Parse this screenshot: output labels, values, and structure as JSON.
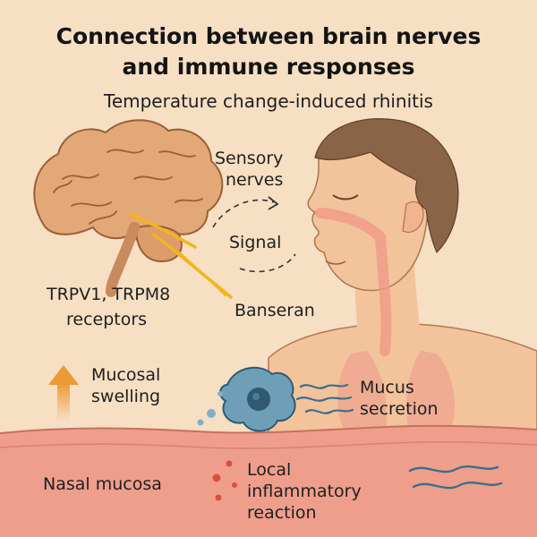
{
  "title_line1": "Connection between brain nerves",
  "title_line2": "and immune responses",
  "subtitle": "Temperature change-induced rhinitis",
  "labels": {
    "sensory_line1": "Sensory",
    "sensory_line2": "nerves",
    "signal": "Signal",
    "receptors_line1": "TRPV1, TRPM8",
    "receptors_line2": "receptors",
    "banseran": "Banseran",
    "mucosal_line1": "Mucosal",
    "mucosal_line2": "swelling",
    "mucus_line1": "Mucus",
    "mucus_line2": "secretion",
    "nasal_mucosa": "Nasal mucosa",
    "local_line1": "Local",
    "local_line2": "inflammatory",
    "local_line3": "reaction"
  },
  "colors": {
    "background": "#f6dfc3",
    "brain": "#e3a877",
    "skin": "#f3c39c",
    "hair": "#8a6446",
    "mucosa": "#ef9e8c",
    "nerve": "#f3b51e",
    "immune_cell": "#6f9fb6",
    "arrow": "#eea33d"
  },
  "icons": {
    "brain": "brain-illustration",
    "head": "human-head-profile",
    "arrow": "up-arrow-icon",
    "cell": "immune-cell-icon"
  }
}
